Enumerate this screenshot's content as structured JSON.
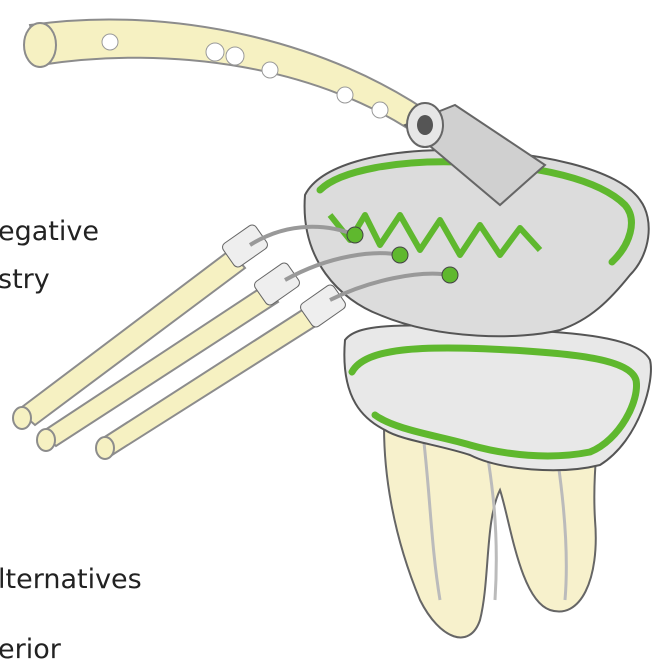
{
  "text_fragments": {
    "line1": "egative",
    "line2": "stry",
    "line3": "lternatives",
    "line4": "erior"
  },
  "colors": {
    "tube_fill": "#f6f1c2",
    "tube_stroke": "#8c8c8c",
    "green_accent": "#5fb82e",
    "gray_body": "#d9d9d9",
    "gray_dark": "#9a9a9a",
    "tooth_fill": "#f7f1cc",
    "line": "#555555"
  }
}
